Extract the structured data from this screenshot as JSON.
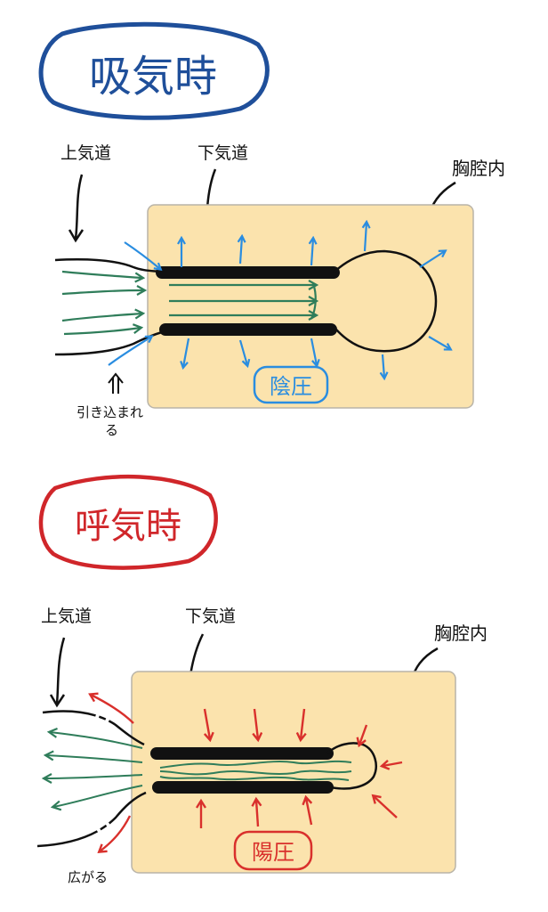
{
  "inhale": {
    "title": "吸気時",
    "upper_airway": "上気道",
    "lower_airway": "下気道",
    "thoracic_cavity": "胸腔内",
    "pressure": "陰圧",
    "note_line1": "引き込まれ",
    "note_line2": "る",
    "color_title": "#1f4f9a",
    "color_arrow": "#2a8de0",
    "color_flow": "#2f7d5a"
  },
  "exhale": {
    "title": "呼気時",
    "upper_airway": "上気道",
    "lower_airway": "下気道",
    "thoracic_cavity": "胸腔内",
    "pressure": "陽圧",
    "note": "広がる",
    "color_title": "#d0262a",
    "color_arrow": "#d9302c",
    "color_flow": "#2f7d5a"
  },
  "colors": {
    "chest_fill": "#fbe3ad",
    "chest_stroke": "#b9b4a8",
    "ink": "#111111"
  }
}
